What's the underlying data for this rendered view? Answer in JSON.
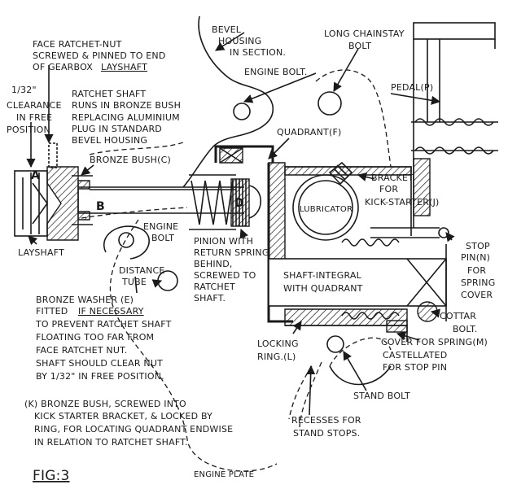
{
  "labels": {
    "face_ratchet_nut_1": "FACE RATCHET-NUT",
    "face_ratchet_nut_2": "SCREWED & PINNED TO END",
    "face_ratchet_nut_3": "OF GEARBOX",
    "face_ratchet_nut_4": "LAYSHAFT",
    "bevel_housing_1": "BEVEL",
    "bevel_housing_2": "HOUSING",
    "bevel_housing_3": "IN SECTION.",
    "long_chainstay_1": "LONG CHAINSTAY",
    "long_chainstay_2": "BOLT",
    "clearance_frac": "1/32\"",
    "clearance_1": "CLEARANCE",
    "clearance_2": "IN FREE",
    "clearance_3": "POSITION",
    "ratchet_shaft_1": "RATCHET SHAFT",
    "ratchet_shaft_2": "RUNS IN BRONZE BUSH",
    "ratchet_shaft_3": "REPLACING ALUMINIUM",
    "ratchet_shaft_4": "PLUG IN STANDARD",
    "ratchet_shaft_5": "BEVEL HOUSING",
    "engine_bolt_top": "ENGINE BOLT.",
    "pedal": "PEDAL(P)",
    "quadrant": "QUADRANT(F)",
    "bronze_bush": "BRONZE BUSH(C)",
    "bracket_1": "BRACKET",
    "bracket_2": "FOR",
    "bracket_3": "KICK-STARTER(J)",
    "lubricator": "LUBRICATOR",
    "part_a": "A",
    "part_b": "B",
    "part_d": "D",
    "engine_bolt_mid_1": "ENGINE",
    "engine_bolt_mid_2": "BOLT",
    "pinion_1": "PINION WITH",
    "pinion_2": "RETURN SPRING",
    "pinion_3": "BEHIND,",
    "pinion_4": "SCREWED TO",
    "pinion_5": "RATCHET",
    "pinion_6": "SHAFT.",
    "stop_pin_1": "STOP",
    "stop_pin_2": "PIN(N)",
    "stop_pin_3": "FOR",
    "stop_pin_4": "SPRING",
    "stop_pin_5": "COVER",
    "layshaft": "LAYSHAFT",
    "distance_tube_1": "DISTANCE",
    "distance_tube_2": "TUBE",
    "shaft_integral_1": "SHAFT-INTEGRAL",
    "shaft_integral_2": "WITH QUADRANT",
    "bronze_washer_1": "BRONZE WASHER (E)",
    "bronze_washer_2": "FITTED",
    "bronze_washer_3": "IF NECESSARY",
    "bronze_washer_4": "TO PREVENT RATCHET SHAFT",
    "bronze_washer_5": "FLOATING TOO FAR FROM",
    "bronze_washer_6": "FACE RATCHET NUT.",
    "bronze_washer_7": "SHAFT SHOULD CLEAR NUT",
    "bronze_washer_8": "BY 1/32\" IN FREE POSITION.",
    "cotter_1": "COTTAR",
    "cotter_2": "BOLT.",
    "locking_1": "LOCKING",
    "locking_2": "RING.(L)",
    "cover_spring_1": "COVER FOR SPRING(M)",
    "cover_spring_2": "CASTELLATED",
    "cover_spring_3": "FOR STOP PIN",
    "stand_bolt": "STAND BOLT",
    "bush_k_1": "(K) BRONZE BUSH, SCREWED INTO",
    "bush_k_2": "KICK STARTER BRACKET, & LOCKED BY",
    "bush_k_3": "RING, FOR LOCATING QUADRANT ENDWISE",
    "bush_k_4": "IN RELATION TO RATCHET SHAFT.",
    "recesses_1": "RECESSES FOR",
    "recesses_2": "STAND STOPS.",
    "engine_plate": "ENGINE PLATE",
    "fig": "FIG:3"
  }
}
